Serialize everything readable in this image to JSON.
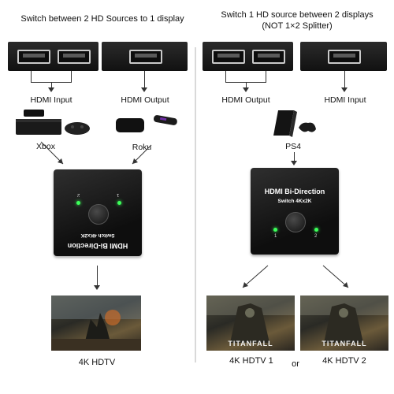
{
  "left": {
    "heading": "Switch between 2 HD Sources to 1 display",
    "input_label": "HDMI Input",
    "output_label": "HDMI Output",
    "device_1": "Xbox",
    "device_2": "Roku",
    "switch_title": "HDMI Bi-Direction",
    "switch_subtitle": "Switch 4Kx2K",
    "led_1": "1",
    "led_2": "2",
    "display_label": "4K HDTV"
  },
  "right": {
    "heading_line1": "Switch 1 HD source between 2 displays",
    "heading_line2": "(NOT 1×2 Splitter)",
    "output_label": "HDMI Output",
    "input_label": "HDMI Input",
    "device": "PS4",
    "switch_title": "HDMI Bi-Direction",
    "switch_subtitle": "Switch 4Kx2K",
    "led_1": "1",
    "led_2": "2",
    "display_1_label": "4K HDTV 1",
    "or_label": "or",
    "display_2_label": "4K HDTV 2",
    "screen_text": "TITANFALL"
  },
  "colors": {
    "led": "#3cff5a",
    "device_black": "#111111",
    "roku_accent": "#6f2da8"
  }
}
